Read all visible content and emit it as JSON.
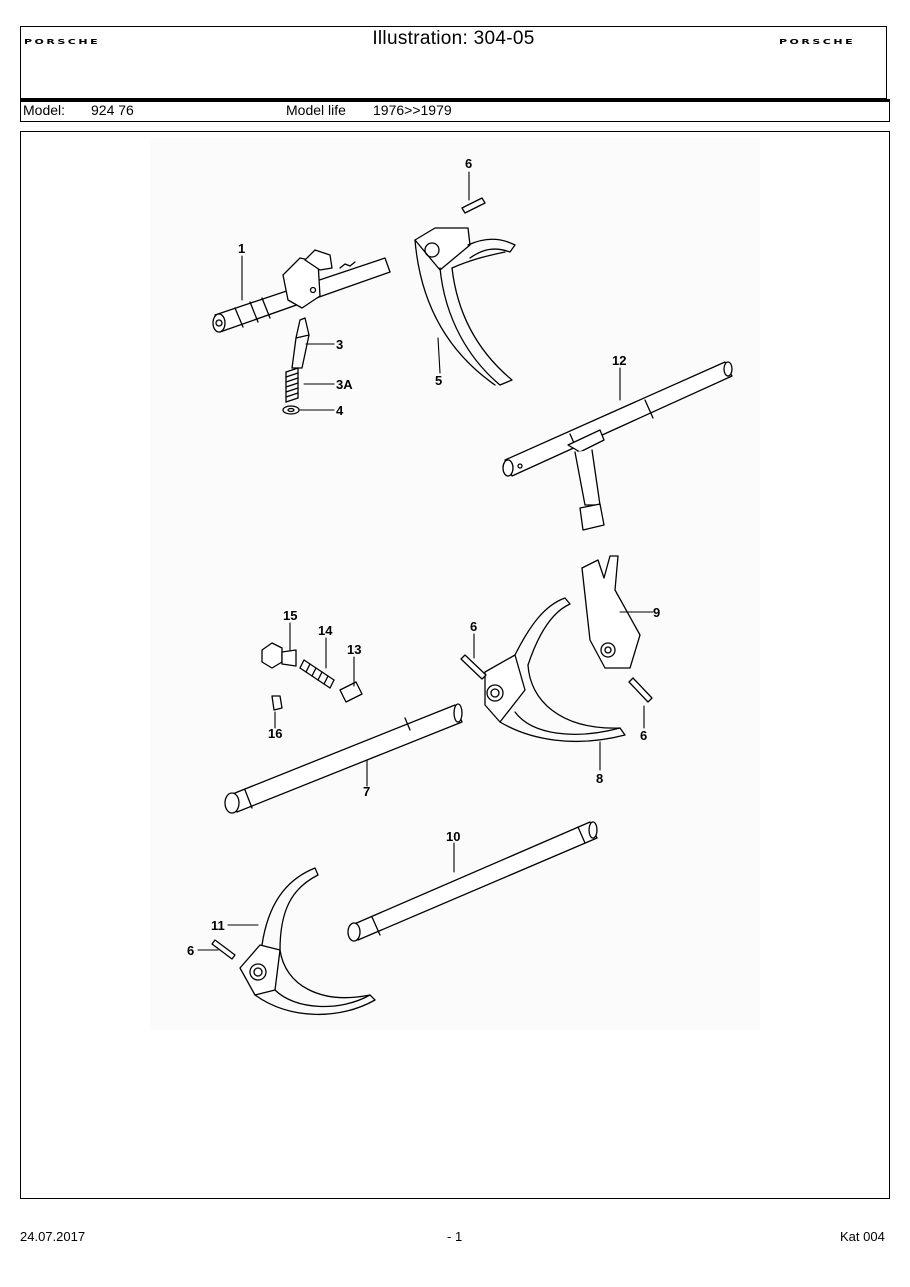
{
  "header": {
    "logo_left": "PORSCHE",
    "logo_right": "PORSCHE",
    "title": "Illustration: 304-05"
  },
  "model_row": {
    "model_label": "Model:",
    "model_value": "924 76",
    "life_label": "Model life",
    "life_value": "1976>>1979"
  },
  "callouts": {
    "c1": "1",
    "c3": "3",
    "c3a": "3A",
    "c4": "4",
    "c5": "5",
    "c6a": "6",
    "c6b": "6",
    "c6c": "6",
    "c6d": "6",
    "c7": "7",
    "c8": "8",
    "c9": "9",
    "c10": "10",
    "c11": "11",
    "c12": "12",
    "c13": "13",
    "c14": "14",
    "c15": "15",
    "c16": "16"
  },
  "footer": {
    "date": "24.07.2017",
    "page": "- 1",
    "catalog": "Kat 004"
  }
}
